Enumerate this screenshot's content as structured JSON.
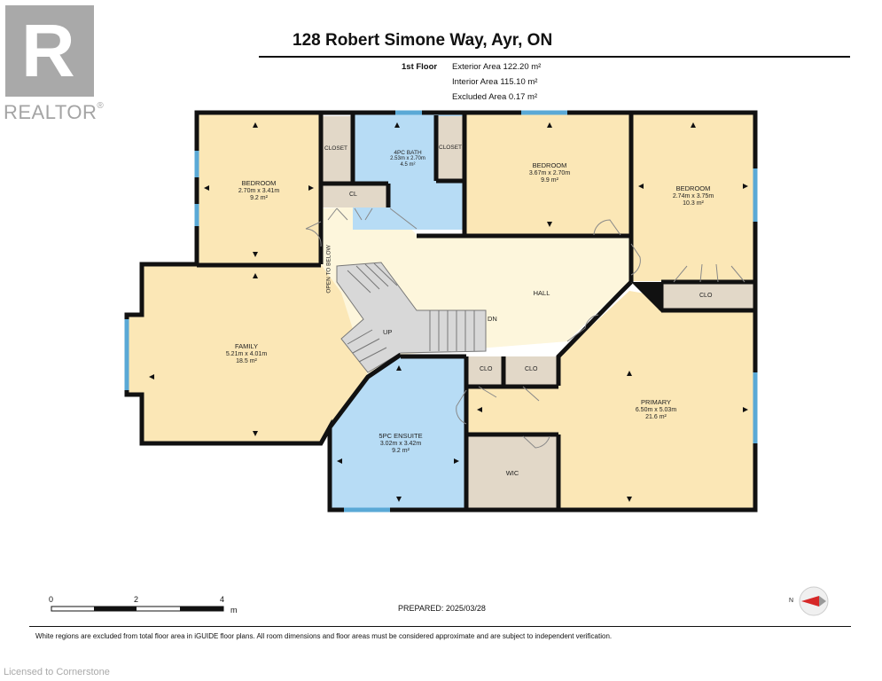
{
  "logo": {
    "text": "REALTOR",
    "reg": "®"
  },
  "header": {
    "title": "128 Robert Simone Way, Ayr, ON"
  },
  "floor": {
    "label": "1st Floor",
    "exterior_area": "Exterior Area 122.20 m²",
    "interior_area": "Interior Area 115.10 m²",
    "excluded_area": "Excluded Area 0.17 m²"
  },
  "rooms": {
    "bedroom_left": {
      "name": "BEDROOM",
      "dims": "2.70m x 3.41m",
      "area": "9.2 m²"
    },
    "bath": {
      "name": "4PC BATH",
      "dims": "2.53m x 2.70m",
      "area": "4.5 m²"
    },
    "bedroom_mid": {
      "name": "BEDROOM",
      "dims": "3.67m x 2.70m",
      "area": "9.9 m²"
    },
    "bedroom_right": {
      "name": "BEDROOM",
      "dims": "2.74m x 3.75m",
      "area": "10.3 m²"
    },
    "family": {
      "name": "FAMILY",
      "dims": "5.21m x 4.01m",
      "area": "18.5 m²"
    },
    "ensuite": {
      "name": "5PC ENSUITE",
      "dims": "3.02m x 3.42m",
      "area": "9.2 m²"
    },
    "primary": {
      "name": "PRIMARY",
      "dims": "6.50m x 5.03m",
      "area": "21.6 m²"
    },
    "hall": {
      "name": "HALL"
    },
    "wic": {
      "name": "WIC"
    }
  },
  "labels": {
    "closet1": "CLOSET",
    "closet2": "CLOSET",
    "cl": "CL",
    "clo_right": "CLO",
    "clo1": "CLO",
    "clo2": "CLO",
    "up": "UP",
    "dn": "DN",
    "open_below": "OPEN TO BELOW"
  },
  "scale": {
    "t0": "0",
    "t2": "2",
    "t4": "4",
    "unit": "m"
  },
  "prepared": "PREPARED: 2025/03/28",
  "compass": "N",
  "footer": "White regions are excluded from total floor area in iGUIDE floor plans. All room dimensions and floor areas must be considered approximate and are subject to independent verification.",
  "licensed": "Licensed to Cornerstone",
  "colors": {
    "bedroom_fill": "#fbe7b6",
    "bath_fill": "#b7dcf5",
    "hall_fill": "#fdf6dc",
    "closet_fill": "#e2d8c8",
    "wall": "#111111",
    "window": "#5aa9d6"
  }
}
